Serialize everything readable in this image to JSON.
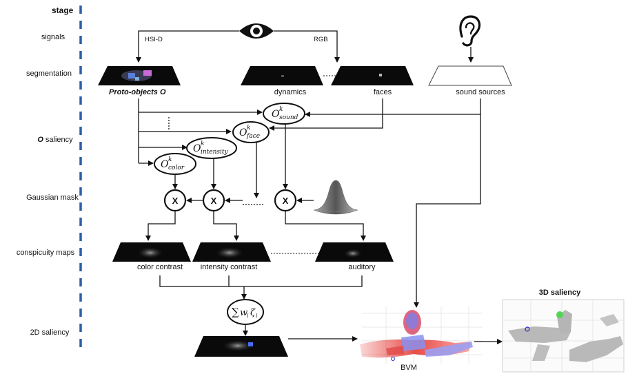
{
  "stages": {
    "title": "stage",
    "items": [
      "signals",
      "segmentation",
      "O saliency",
      "Gaussian mask",
      "conspicuity maps",
      "2D saliency"
    ]
  },
  "signals": {
    "left": "HSI-D",
    "right": "RGB"
  },
  "segmentation": {
    "proto_objects": "Proto-objects",
    "proto_objects_symbol": "O",
    "dynamics": "dynamics",
    "faces": "faces",
    "sound_sources": "sound sources"
  },
  "saliency_nodes": {
    "sound": {
      "base": "O",
      "sup": "k",
      "sub": "sound"
    },
    "face": {
      "base": "O",
      "sup": "k",
      "sub": "face"
    },
    "intensity": {
      "base": "O",
      "sup": "k",
      "sub": "intensity"
    },
    "color": {
      "base": "O",
      "sup": "k",
      "sub": "color"
    }
  },
  "saliency_stage_prefix": "O",
  "saliency_stage_suffix": " saliency",
  "multiply_symbol": "X",
  "conspicuity": {
    "color": "color contrast",
    "intensity": "intensity contrast",
    "auditory": "auditory"
  },
  "sum_node": {
    "sigma": "∑",
    "w": "w",
    "w_sub": "i",
    "z": "ζ",
    "z_sub": "i"
  },
  "outputs": {
    "bvm": "BVM",
    "saliency3d": "3D saliency"
  },
  "icons": [
    "eye-icon",
    "ear-icon",
    "gaussian-icon"
  ]
}
